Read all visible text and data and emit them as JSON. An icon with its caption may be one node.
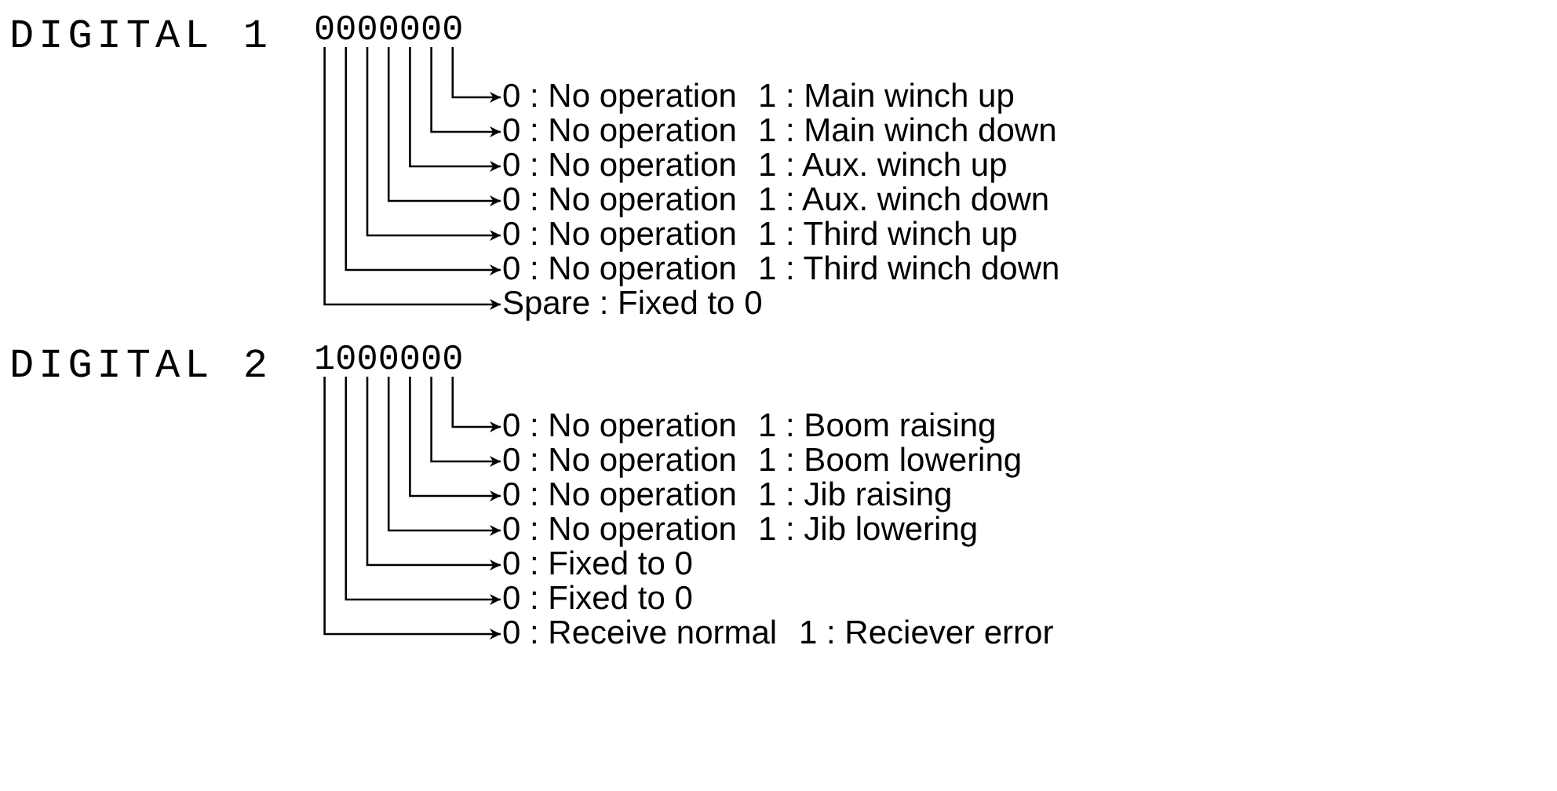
{
  "diagram": {
    "nodes": [
      {
        "text": [
          "0"
        ]
      },
      {
        "text": [
          "0"
        ]
      },
      {
        "text": [
          "0"
        ]
      },
      {
        "text": [
          "0"
        ]
      },
      {
        "text": [
          "0"
        ]
      },
      {
        "text": [
          "0"
        ]
      },
      {
        "text": [
          "0"
        ]
      },
      {
        "text": [
          "0 : No operation"
        ],
        "beside": [
          "1 : Main winch up"
        ]
      },
      {
        "text": [
          "0 : No operation"
        ],
        "beside": [
          "1 : Main winch down"
        ]
      },
      {
        "text": [
          "0 : No operation"
        ],
        "beside": [
          "1 : Aux. winch up"
        ]
      },
      {
        "text": [
          "0 : No operation"
        ],
        "beside": [
          "1 : Aux. winch down"
        ]
      },
      {
        "text": [
          "0 : No operation"
        ],
        "beside": [
          "1 : Third winch up"
        ]
      },
      {
        "text": [
          "0 : No operation"
        ],
        "beside": [
          "1 : Third winch down"
        ]
      },
      {
        "text": [
          "Spare : Fixed to 0"
        ]
      },
      {
        "text": [
          "1"
        ]
      },
      {
        "text": [
          "0"
        ]
      },
      {
        "text": [
          "0"
        ]
      },
      {
        "text": [
          "0"
        ]
      },
      {
        "text": [
          "0"
        ]
      },
      {
        "text": [
          "0"
        ]
      },
      {
        "text": [
          "0"
        ]
      },
      {
        "text": [
          "0 : No operation"
        ],
        "beside": [
          "1 : Boom raising"
        ]
      },
      {
        "text": [
          "0 : No operation"
        ],
        "beside": [
          "1 : Boom lowering"
        ]
      },
      {
        "text": [
          "0 : No operation"
        ],
        "beside": [
          "1 : Jib raising"
        ]
      },
      {
        "text": [
          "0 : No operation"
        ],
        "beside": [
          "1 : Jib lowering"
        ]
      },
      {
        "text": [
          "0 : Fixed to 0"
        ]
      },
      {
        "text": [
          "0 : Fixed to 0"
        ]
      },
      {
        "text": [
          "0 : Receive normal"
        ],
        "beside": [
          "1 : Reciever error"
        ]
      }
    ],
    "edges": [
      {
        "from": 6,
        "to": 7,
        "arrow": "to"
      },
      {
        "from": 5,
        "to": 8,
        "arrow": "to"
      },
      {
        "from": 4,
        "to": 9,
        "arrow": "to"
      },
      {
        "from": 3,
        "to": 10,
        "arrow": "to"
      },
      {
        "from": 2,
        "to": 11,
        "arrow": "to"
      },
      {
        "from": 1,
        "to": 12,
        "arrow": "to"
      },
      {
        "from": 0,
        "to": 13,
        "arrow": "to"
      },
      {
        "from": 20,
        "to": 21,
        "arrow": "to"
      },
      {
        "from": 19,
        "to": 22,
        "arrow": "to"
      },
      {
        "from": 18,
        "to": 23,
        "arrow": "to"
      },
      {
        "from": 17,
        "to": 24,
        "arrow": "to"
      },
      {
        "from": 16,
        "to": 25,
        "arrow": "to"
      },
      {
        "from": 15,
        "to": 26,
        "arrow": "to"
      },
      {
        "from": 14,
        "to": 27,
        "arrow": "to"
      }
    ],
    "labels": [
      "DIGITAL 1",
      "DIGITAL 2"
    ]
  }
}
